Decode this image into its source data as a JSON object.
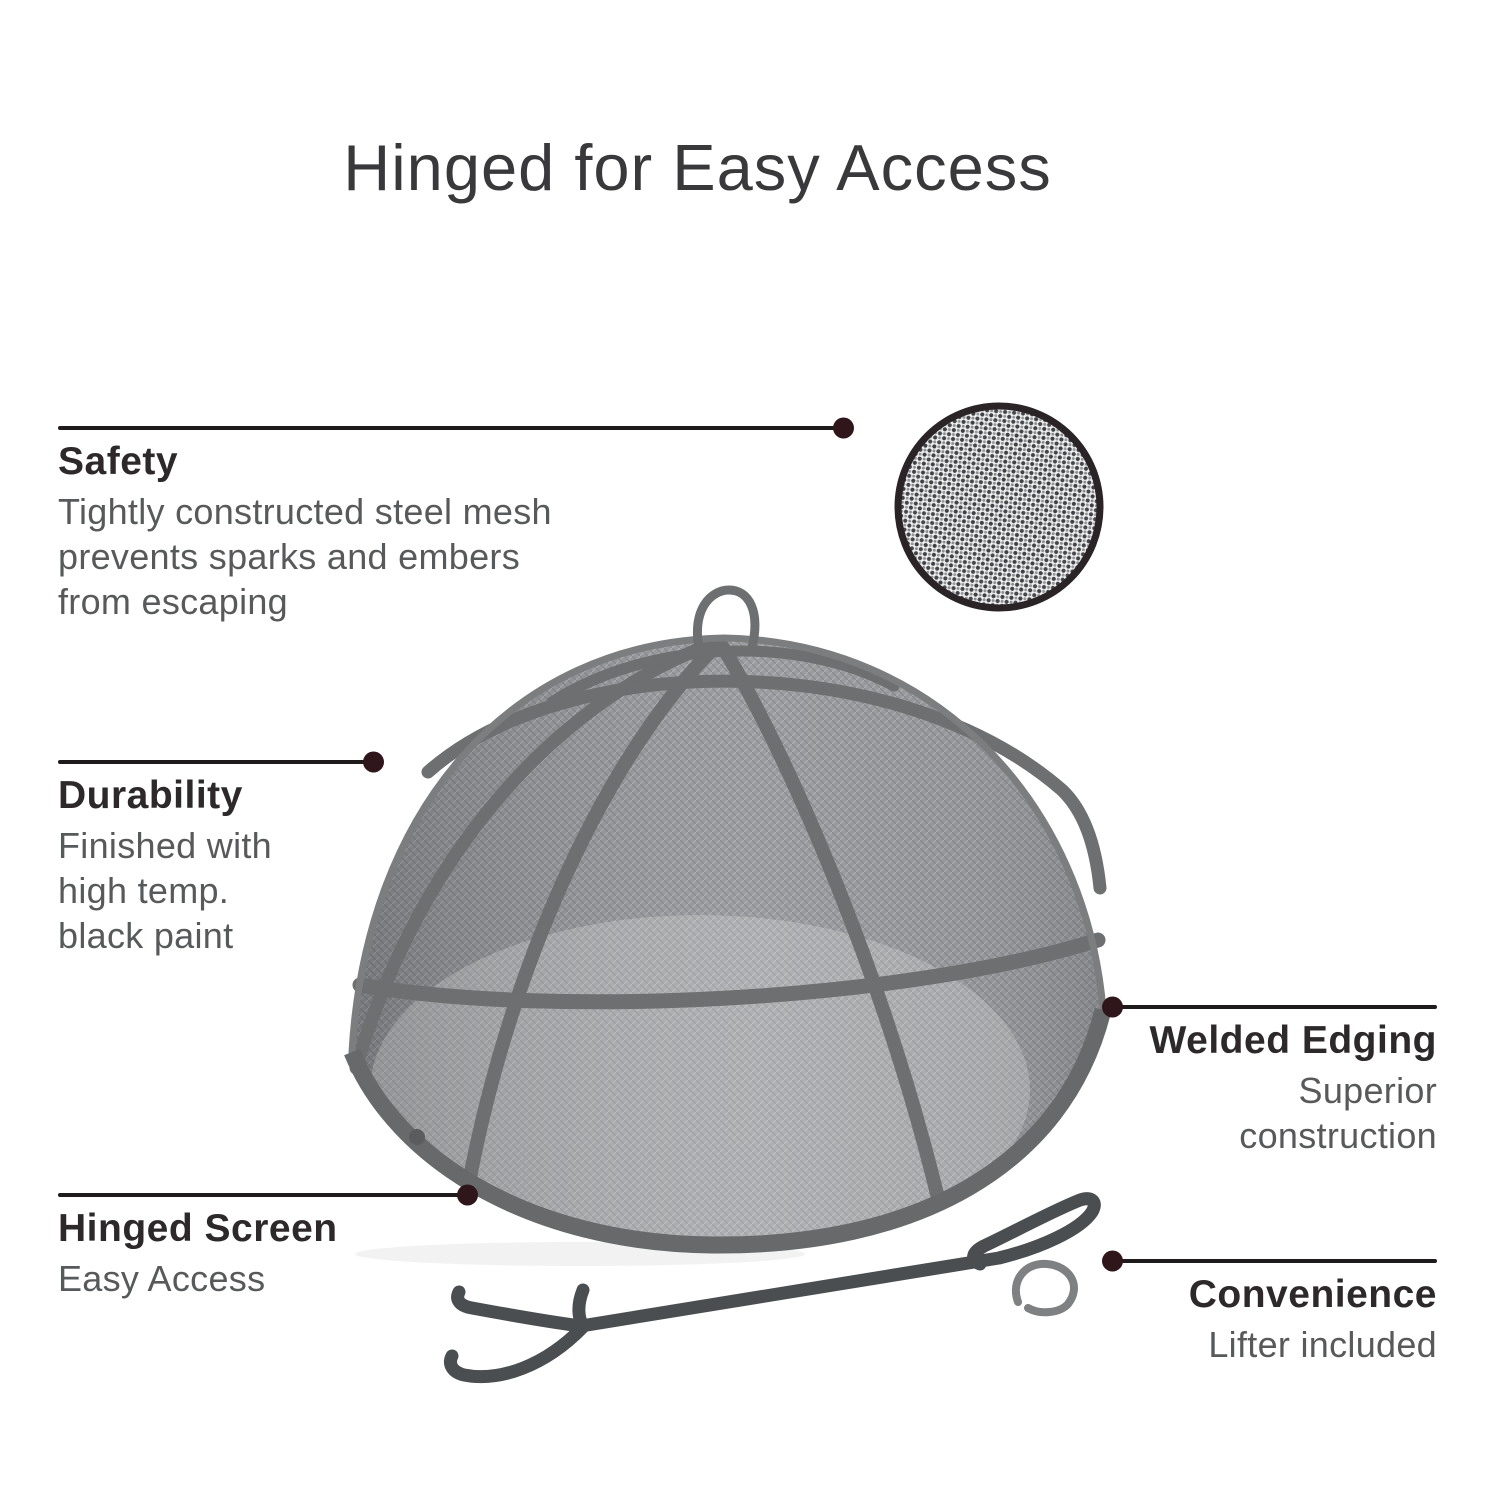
{
  "title": "Hinged for Easy Access",
  "callouts": [
    {
      "id": "safety",
      "heading": "Safety",
      "lines": [
        "Tightly constructed steel mesh",
        "prevents sparks and embers",
        "from escaping"
      ]
    },
    {
      "id": "durability",
      "heading": "Durability",
      "lines": [
        "Finished with",
        "high temp.",
        "black paint"
      ]
    },
    {
      "id": "welded-edging",
      "heading": "Welded Edging",
      "lines": [
        "Superior",
        "construction"
      ]
    },
    {
      "id": "hinged-screen",
      "heading": "Hinged Screen",
      "lines": [
        "Easy Access"
      ]
    },
    {
      "id": "convenience",
      "heading": "Convenience",
      "lines": [
        "Lifter included"
      ]
    }
  ],
  "illustrations": {
    "dome": "fire-pit-spark-screen-dome",
    "mesh_detail": "steel-mesh-close-up-circle",
    "lifter": "screen-lifter-tool"
  },
  "colors": {
    "background": "#ffffff",
    "title_color": "#39393b",
    "heading_color": "#2d292b",
    "body_color": "#58595b",
    "line_color": "#1f1b1c",
    "dot_color": "#2e161b",
    "dome_frame": "#6d6f71",
    "dome_mesh": "#96989b",
    "mesh_ring": "#2b2426",
    "lifter_color": "#4b4e50"
  }
}
